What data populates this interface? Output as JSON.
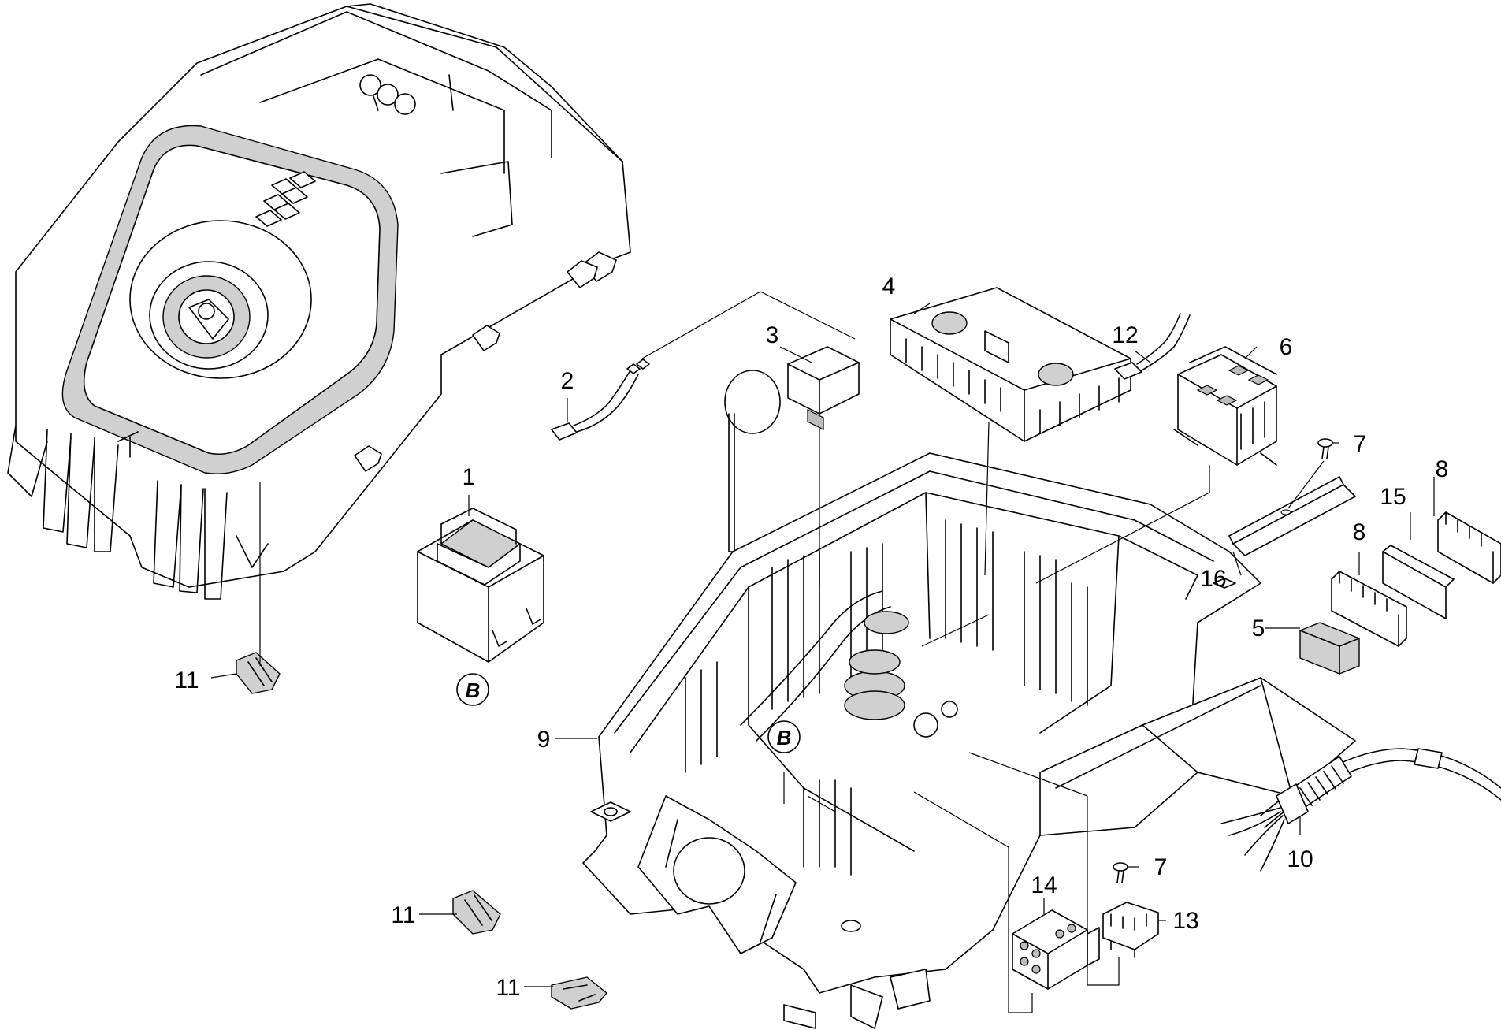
{
  "callouts": {
    "c1": "1",
    "c2": "2",
    "c3": "3",
    "c4": "4",
    "c5": "5",
    "c6": "6",
    "c7a": "7",
    "c7b": "7",
    "c8a": "8",
    "c8b": "8",
    "c9": "9",
    "c10": "10",
    "c11a": "11",
    "c11b": "11",
    "c11c": "11",
    "c12": "12",
    "c13": "13",
    "c14": "14",
    "c15": "15",
    "c16": "16"
  },
  "badges": {
    "b1": "B",
    "b2": "B"
  }
}
